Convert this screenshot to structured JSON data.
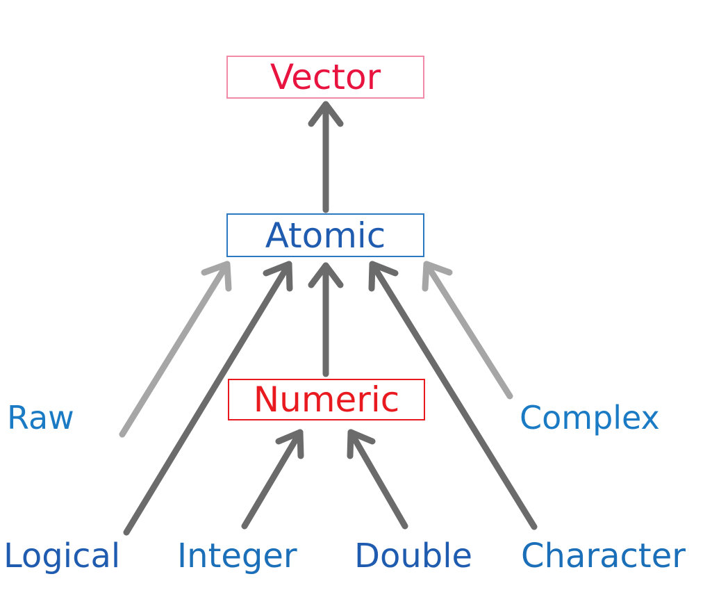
{
  "nodes": {
    "vector": "Vector",
    "atomic": "Atomic",
    "numeric": "Numeric",
    "raw": "Raw",
    "complex": "Complex",
    "logical": "Logical",
    "integer": "Integer",
    "double": "Double",
    "character": "Character"
  },
  "edges": [
    {
      "from": "Atomic",
      "to": "Vector"
    },
    {
      "from": "Raw",
      "to": "Atomic"
    },
    {
      "from": "Logical",
      "to": "Atomic"
    },
    {
      "from": "Numeric",
      "to": "Atomic"
    },
    {
      "from": "Character",
      "to": "Atomic"
    },
    {
      "from": "Complex",
      "to": "Atomic"
    },
    {
      "from": "Integer",
      "to": "Numeric"
    },
    {
      "from": "Double",
      "to": "Numeric"
    }
  ],
  "colors": {
    "arrow_dark": "#6b6b6b",
    "arrow_light": "#a6a6a6",
    "vector": "#e8133f",
    "atomic": "#1f5cb0",
    "numeric": "#e8191f",
    "leaf": "#1a7bc4"
  }
}
